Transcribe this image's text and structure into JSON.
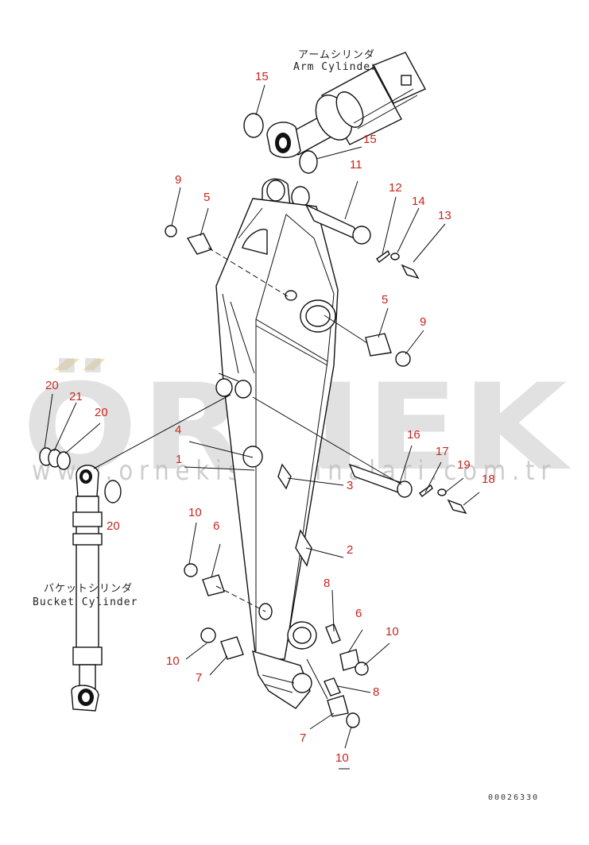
{
  "captions": {
    "arm_cylinder_jp": "アームシリンダ",
    "arm_cylinder_en": "Arm Cylinder",
    "bucket_cylinder_jp": "バケットシリンダ",
    "bucket_cylinder_en": "Bucket Cylinder"
  },
  "watermark": {
    "brand": "ÖRNEK",
    "url": "www.ornekismakinalari.com.tr"
  },
  "drawing_code": "00026330",
  "colors": {
    "callout": "#c8261f",
    "line": "#111111",
    "watermark": "#c9c9c9"
  },
  "callouts": {
    "c15a": "15",
    "c15b": "15",
    "c11": "11",
    "c12": "12",
    "c14": "14",
    "c13": "13",
    "c9a": "9",
    "c5a": "5",
    "c5b": "5",
    "c9b": "9",
    "c20a": "20",
    "c21": "21",
    "c20b": "20",
    "c20c": "20",
    "c4": "4",
    "c1": "1",
    "c3": "3",
    "c16": "16",
    "c17": "17",
    "c19": "19",
    "c18": "18",
    "c2": "2",
    "c10a": "10",
    "c6a": "6",
    "c8a": "8",
    "c6b": "6",
    "c10b": "10",
    "c10c": "10",
    "c7a": "7",
    "c8b": "8",
    "c7b": "7",
    "c10d": "10"
  }
}
